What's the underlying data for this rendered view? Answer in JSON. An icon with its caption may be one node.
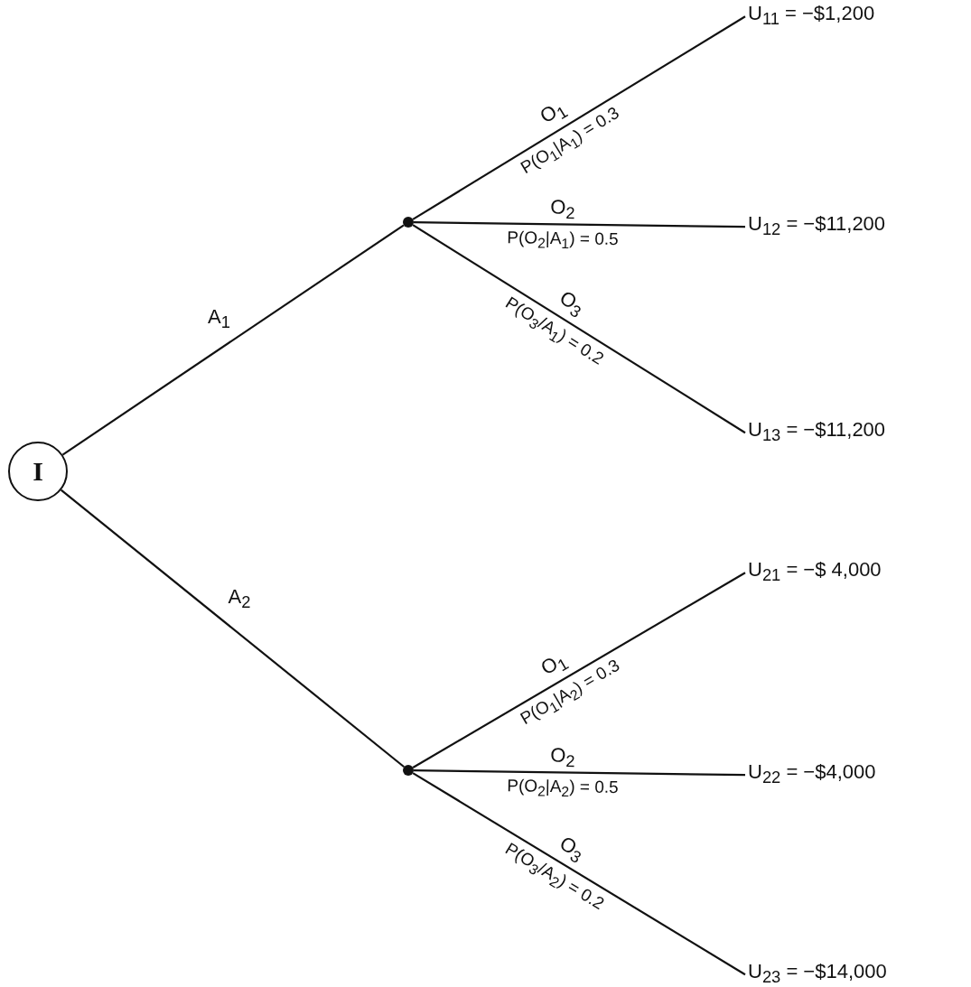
{
  "diagram": {
    "nodes": [
      {
        "text": [
          "I"
        ]
      },
      {
        "text": [],
        "shape": "circle"
      },
      {
        "text": [],
        "shape": "circle"
      },
      {
        "text": [
          "U$_{11}$ = −$1,200"
        ]
      },
      {
        "text": [
          "U$_{12}$ = −$11,200"
        ]
      },
      {
        "text": [
          "U$_{13}$ = −$11,200"
        ]
      },
      {
        "text": [
          "U$_{21}$ = −$ 4,000"
        ]
      },
      {
        "text": [
          "U$_{22}$ = −$4,000"
        ]
      },
      {
        "text": [
          "U$_{23}$ = −$14,000"
        ]
      }
    ],
    "edges": [
      {
        "from": 0,
        "to": 1,
        "arrow": "none",
        "label": "A$_{1}$"
      },
      {
        "from": 0,
        "to": 2,
        "arrow": "none",
        "label": "A$_{2}$"
      },
      {
        "from": 1,
        "to": 3,
        "arrow": "none",
        "label": "O$_{1}$"
      },
      {
        "from": 1,
        "to": 4,
        "arrow": "none",
        "label": "O$_{2}$"
      },
      {
        "from": 1,
        "to": 5,
        "arrow": "none",
        "label": "O$_{3}$"
      },
      {
        "from": 2,
        "to": 6,
        "arrow": "none",
        "label": "O$_{1}$"
      },
      {
        "from": 2,
        "to": 7,
        "arrow": "none",
        "label": "O$_{2}$"
      },
      {
        "from": 2,
        "to": 8,
        "arrow": "none",
        "label": "O$_{3}$"
      }
    ],
    "labels": [
      "P(O$_{1}$|A$_{1}$) = 0.3",
      "P(O$_{2}$|A$_{1}$) = 0.5",
      "P(O$_{3}$/A$_{1}$) = 0.2",
      "P(O$_{1}$|A$_{2}$) = 0.3",
      "P(O$_{2}$|A$_{2}$) = 0.5",
      "P(O$_{3}$/A$_{2}$) = 0.2"
    ]
  }
}
